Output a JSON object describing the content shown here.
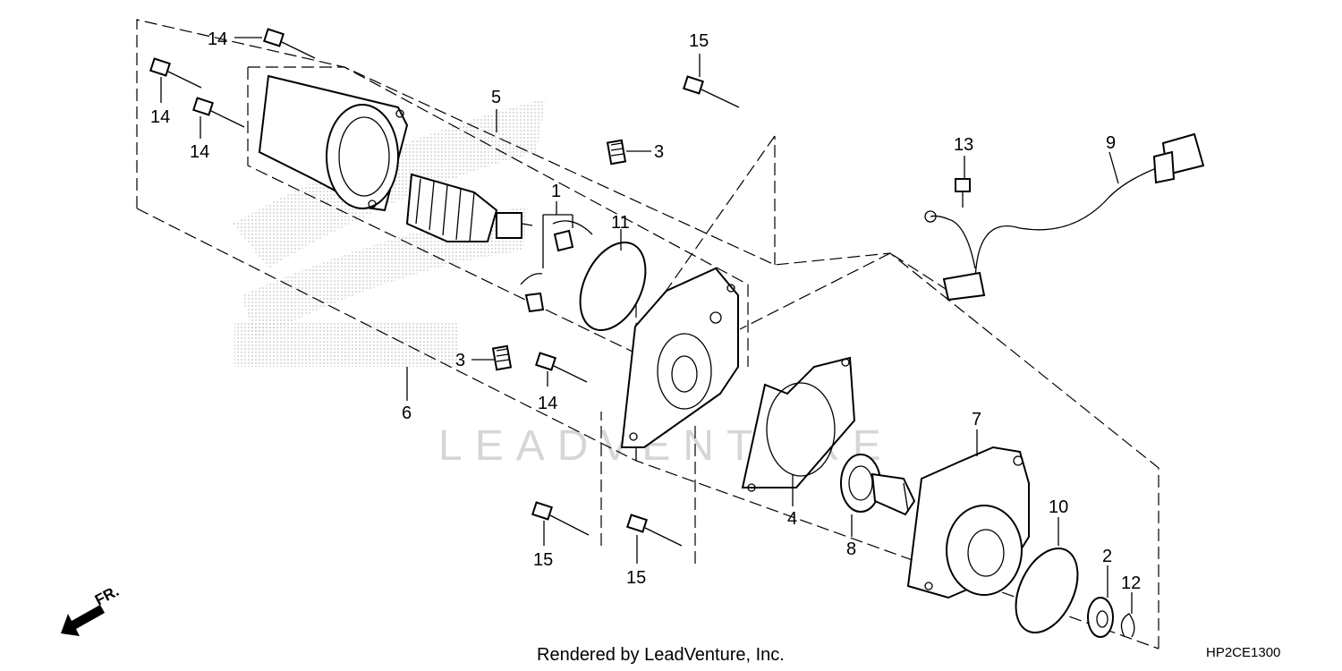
{
  "diagram": {
    "watermark": "LEADVENTURE",
    "footer": "Rendered by LeadVenture, Inc.",
    "code": "HP2CE1300",
    "direction_label": "FR.",
    "callouts": [
      "14",
      "14",
      "14",
      "15",
      "5",
      "3",
      "1",
      "11",
      "3",
      "14",
      "6",
      "13",
      "9",
      "4",
      "8",
      "7",
      "10",
      "2",
      "12",
      "15",
      "15"
    ]
  }
}
